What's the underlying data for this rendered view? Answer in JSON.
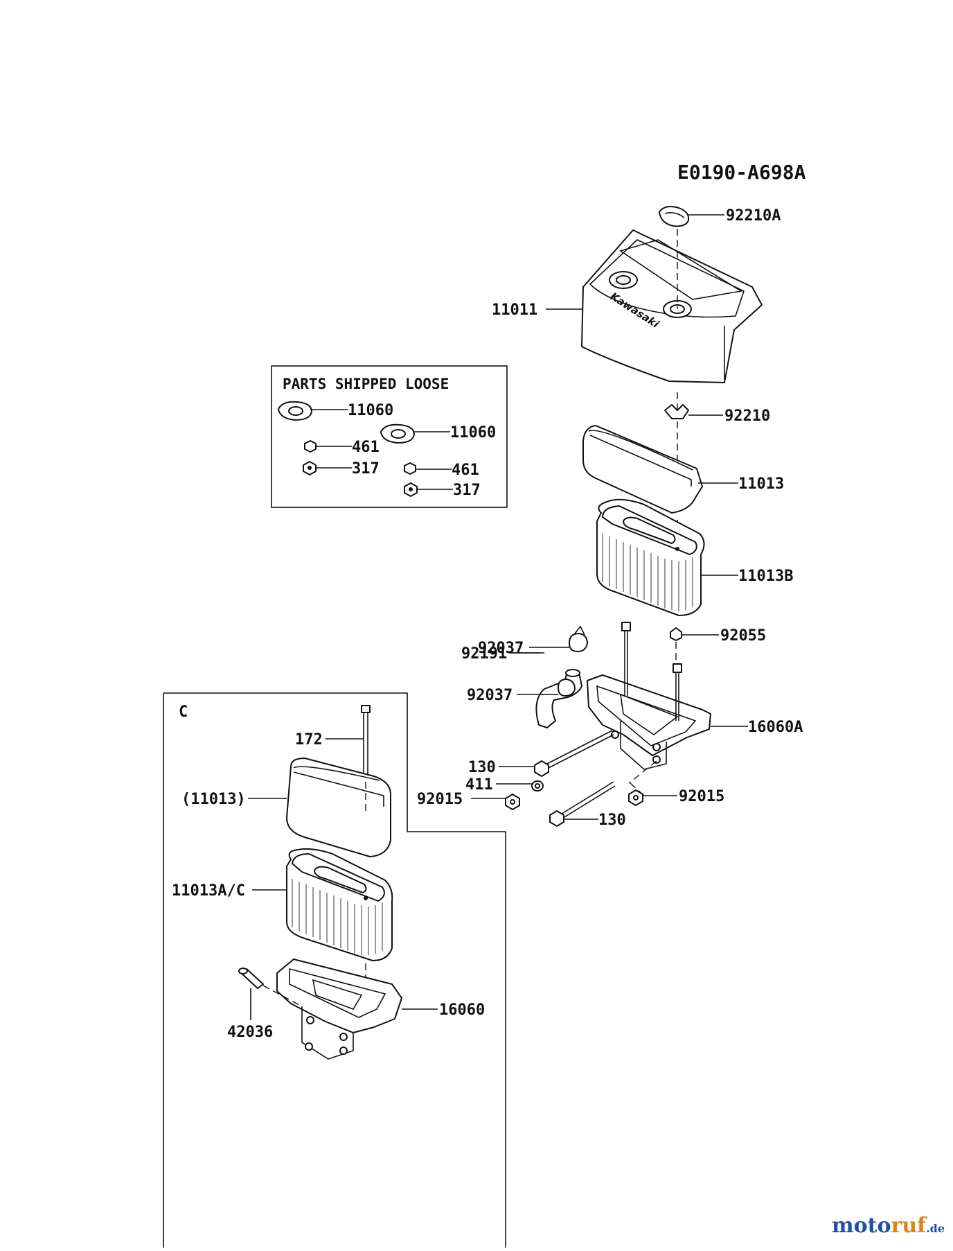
{
  "diagram_code": "E0190-A698A",
  "loose_box_title": "PARTS SHIPPED LOOSE",
  "loose_parts": {
    "gasket_a": "11060",
    "nut_a": "461",
    "washer_a": "317",
    "gasket_b": "11060",
    "nut_b": "461",
    "washer_b": "317"
  },
  "variant_box_title": "C",
  "parts": {
    "cap_knob": "92210A",
    "cover": "11011",
    "cover_logo": "Kawasaki",
    "wing_nut": "92210",
    "pre_filter": "11013",
    "filter_element": "11013B",
    "clamp_upper": "92037",
    "breather_hose": "92191",
    "clamp_lower": "92037",
    "grommet": "92055",
    "base": "16060A",
    "bolt_upper": "130",
    "washer": "411",
    "nut_left": "92015",
    "nut_right": "92015",
    "bolt_lower": "130"
  },
  "variant_parts": {
    "stud": "172",
    "pre_filter": "(11013)",
    "filter_element": "11013A/C",
    "base": "16060",
    "pin": "42036"
  },
  "watermark": {
    "pre": "moto",
    "mid": "ruf",
    "tld": ".de"
  }
}
